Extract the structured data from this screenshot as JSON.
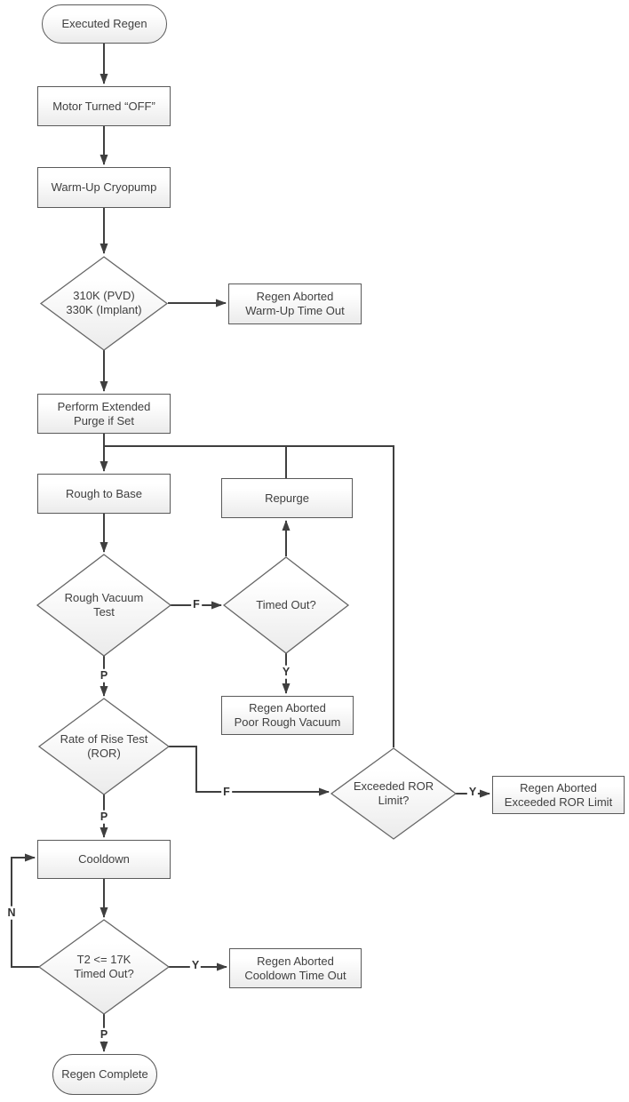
{
  "nodes": {
    "start": "Executed Regen",
    "motor_off": "Motor Turned “OFF”",
    "warm_up": "Warm-Up Cryopump",
    "warm_up_check": "310K (PVD)\n330K (Implant)",
    "abort_warm_up": "Regen Aborted\nWarm-Up Time Out",
    "extended_purge": "Perform Extended\nPurge if Set",
    "rough_to_base": "Rough to Base",
    "repurge": "Repurge",
    "rough_vacuum_test": "Rough Vacuum\nTest",
    "timed_out": "Timed Out?",
    "abort_rough_vacuum": "Regen Aborted\nPoor Rough Vacuum",
    "ror_test": "Rate of Rise Test\n(ROR)",
    "exceeded_ror": "Exceeded ROR\nLimit?",
    "abort_ror": "Regen Aborted\nExceeded ROR Limit",
    "cooldown": "Cooldown",
    "cooldown_check": "T2 <= 17K\nTimed Out?",
    "abort_cooldown": "Regen Aborted\nCooldown Time Out",
    "end": "Regen Complete"
  },
  "edge_labels": {
    "rough_vacuum_fail": "F",
    "rough_vacuum_pass": "P",
    "timed_out_yes": "Y",
    "ror_fail": "F",
    "ror_pass": "P",
    "exceeded_ror_yes": "Y",
    "cooldown_retry_no": "N",
    "cooldown_timeout_yes": "Y",
    "cooldown_pass": "P"
  },
  "colors": {
    "line": "#3f3f3f",
    "shape_border": "#5a5a5a",
    "text": "#404040",
    "fill_top": "#ffffff",
    "fill_bottom": "#ebebeb"
  }
}
